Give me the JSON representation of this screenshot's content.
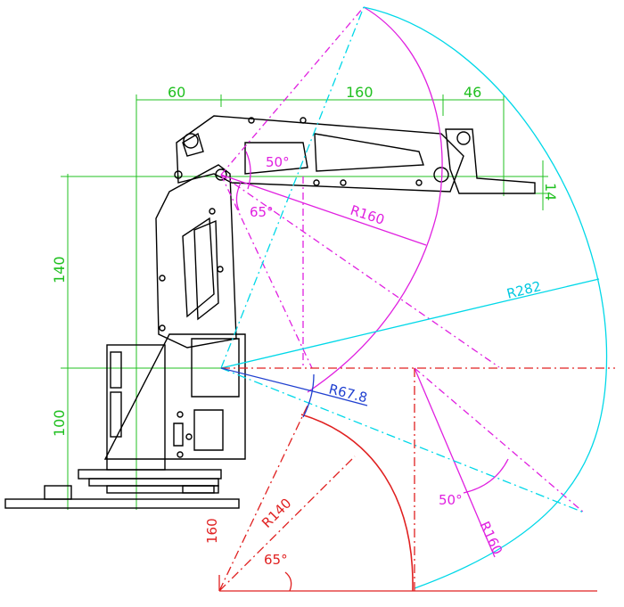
{
  "colors": {
    "outline": "#000000",
    "dimension": "#20c020",
    "reach_primary": "#e020e0",
    "reach_outer": "#00d8e8",
    "lower_range": "#e02020",
    "minor_radius": "#2040d0"
  },
  "dimensions": {
    "top_60": "60",
    "top_160": "160",
    "top_46": "46",
    "right_14": "14",
    "left_140": "140",
    "left_100": "100",
    "bottom_160": "160"
  },
  "annotations": {
    "angle_50_upper": "50°",
    "angle_65_upper": "65°",
    "radius_160_upper": "R160",
    "radius_282": "R282",
    "radius_67_8": "R67.8",
    "radius_140": "R140",
    "angle_65_lower": "65°",
    "angle_50_lower": "50°",
    "radius_160_lower": "R160"
  }
}
